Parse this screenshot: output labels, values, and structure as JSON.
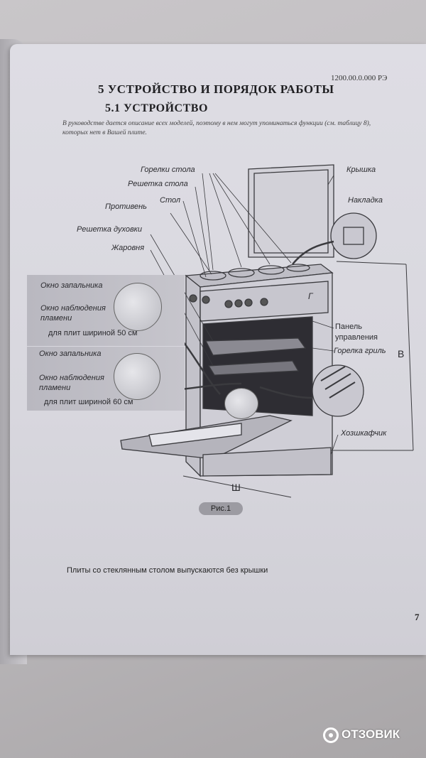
{
  "header": {
    "doc_code": "1200.00.0.000 РЭ",
    "section_title": "5 УСТРОЙСТВО И ПОРЯДОК РАБОТЫ",
    "subsection_title": "5.1 УСТРОЙСТВО",
    "intro": "В руководстве дается описание всех моделей, поэтому в нем могут упоминаться функции (см. таблицу 8), которых нет в Вашей плите."
  },
  "callouts": {
    "burners": "Горелки стола",
    "table_grate": "Решетка стола",
    "table": "Стол",
    "tray": "Противень",
    "oven_grate": "Решетка духовки",
    "roaster": "Жаровня",
    "lid": "Крышка",
    "overlay": "Накладка",
    "g_letter": "Г",
    "control_panel_1": "Панель",
    "control_panel_2": "управления",
    "grill_burner": "Горелка гриль",
    "drawer": "Хозшкафчик",
    "height_letter": "В",
    "width_letter": "Ш"
  },
  "insets": [
    {
      "igniter": "Окно запальника",
      "flame_1": "Окно наблюдения",
      "flame_2": "пламени",
      "caption": "для плит шириной 50 см"
    },
    {
      "igniter": "Окно запальника",
      "flame_1": "Окно наблюдения",
      "flame_2": "пламени",
      "caption": "для плит шириной 60 см"
    }
  ],
  "figure_label": "Рис.1",
  "note": "Плиты со стеклянным столом выпускаются без крышки",
  "page_number": "7",
  "watermark": "ОТЗОВИК"
}
